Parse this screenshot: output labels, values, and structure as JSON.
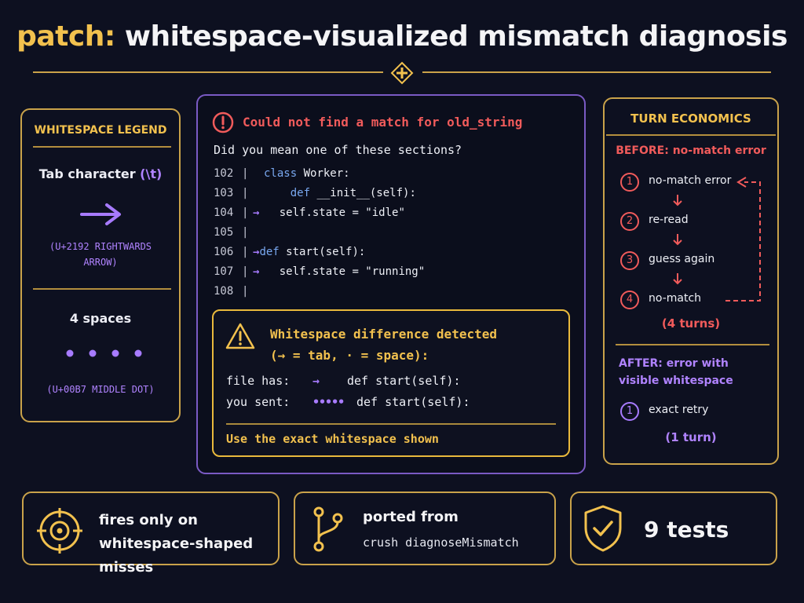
{
  "title": {
    "accent": "patch:",
    "rest": "whitespace-visualized mismatch diagnosis"
  },
  "legend": {
    "title": "WHITESPACE LEGEND",
    "tab_label": "Tab character",
    "tab_escape": "(\\t)",
    "tab_note_line1": "(U+2192 RIGHTWARDS",
    "tab_note_line2": "ARROW)",
    "space_label": "4 spaces",
    "space_note": "(U+00B7 MIDDLE DOT)"
  },
  "error_panel": {
    "error_title": "Could not find a match for old_string",
    "suggestion": "Did you mean one of these sections?",
    "lines": [
      {
        "num": "102",
        "marker": "",
        "keyword": "class",
        "code": " Worker:"
      },
      {
        "num": "103",
        "marker": "",
        "keyword": "    def",
        "code": " __init__(self):"
      },
      {
        "num": "104",
        "marker": "→",
        "keyword": "",
        "code": "   self.state = \"idle\""
      },
      {
        "num": "105",
        "marker": "",
        "keyword": "",
        "code": ""
      },
      {
        "num": "106",
        "marker": "→",
        "keyword": "def",
        "code": " start(self):"
      },
      {
        "num": "107",
        "marker": "→",
        "keyword": "",
        "code": "   self.state = \"running\""
      },
      {
        "num": "108",
        "marker": "",
        "keyword": "",
        "code": ""
      }
    ],
    "warning": {
      "title_line1": "Whitespace difference detected",
      "title_line2": "(→ = tab, · = space):",
      "file_label": "file has:",
      "file_marker": "→",
      "file_code": "def start(self):",
      "sent_label": "you sent:",
      "sent_marker": "•••••",
      "sent_code": "def start(self):",
      "footer": "Use the exact whitespace shown"
    }
  },
  "economics": {
    "title": "TURN ECONOMICS",
    "before_label": "BEFORE: no-match error",
    "before_steps": [
      {
        "num": "1",
        "label": "no-match error"
      },
      {
        "num": "2",
        "label": "re-read"
      },
      {
        "num": "3",
        "label": "guess again"
      },
      {
        "num": "4",
        "label": "no-match"
      }
    ],
    "before_turns": "(4 turns)",
    "after_label_line1": "AFTER: error with",
    "after_label_line2": "visible whitespace",
    "after_step": {
      "num": "1",
      "label": "exact retry"
    },
    "after_turns": "(1 turn)"
  },
  "cards": {
    "fires_line1": "fires only on",
    "fires_line2": "whitespace-shaped misses",
    "ported_title": "ported from",
    "ported_sub": "crush diagnoseMismatch",
    "tests": "9 tests"
  },
  "colors": {
    "gold": "#f2c14e",
    "red": "#f15b5b",
    "purple": "#a77bff",
    "background": "#0d1020"
  },
  "icons": [
    "title-emblem-icon",
    "arrow-right-icon",
    "error-circle-icon",
    "warning-triangle-icon",
    "target-icon",
    "branch-icon",
    "shield-check-icon"
  ]
}
